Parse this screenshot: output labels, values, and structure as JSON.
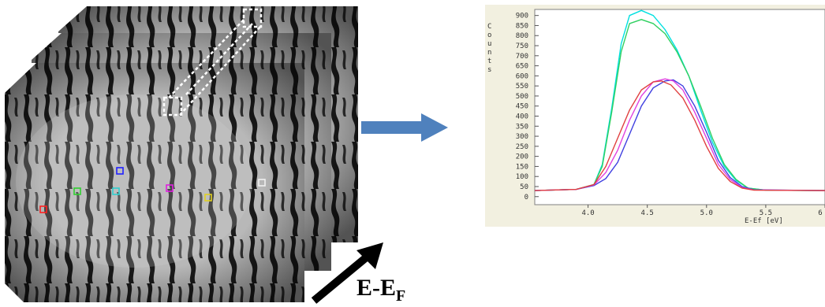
{
  "axis_label": "E-E",
  "axis_label_sub": "F",
  "chart_data": {
    "type": "line",
    "title": "",
    "xlabel": "E-Ef [eV]",
    "ylabel": "Counts",
    "xlim": [
      3.55,
      6.0
    ],
    "ylim": [
      -40,
      930
    ],
    "x_ticks": [
      "4.0",
      "4.5",
      "5.0",
      "5.5",
      "6"
    ],
    "y_ticks": [
      "0",
      "50",
      "100",
      "150",
      "200",
      "250",
      "300",
      "350",
      "400",
      "450",
      "500",
      "550",
      "600",
      "650",
      "700",
      "750",
      "800",
      "850",
      "900"
    ],
    "y_tick_values": [
      0,
      50,
      100,
      150,
      200,
      250,
      300,
      350,
      400,
      450,
      500,
      550,
      600,
      650,
      700,
      750,
      800,
      850,
      900
    ],
    "x_tick_values": [
      4.0,
      4.5,
      5.0,
      5.5,
      6.0
    ],
    "series": [
      {
        "color": "#00e0e0",
        "values": [
          [
            3.55,
            30
          ],
          [
            3.9,
            36
          ],
          [
            4.05,
            60
          ],
          [
            4.12,
            160
          ],
          [
            4.2,
            440
          ],
          [
            4.28,
            760
          ],
          [
            4.35,
            900
          ],
          [
            4.45,
            925
          ],
          [
            4.55,
            900
          ],
          [
            4.65,
            830
          ],
          [
            4.75,
            730
          ],
          [
            4.85,
            600
          ],
          [
            4.95,
            430
          ],
          [
            5.05,
            270
          ],
          [
            5.15,
            150
          ],
          [
            5.25,
            80
          ],
          [
            5.35,
            42
          ],
          [
            5.5,
            32
          ],
          [
            6.0,
            30
          ]
        ]
      },
      {
        "color": "#30d060",
        "values": [
          [
            3.55,
            30
          ],
          [
            3.9,
            36
          ],
          [
            4.05,
            60
          ],
          [
            4.12,
            150
          ],
          [
            4.2,
            420
          ],
          [
            4.28,
            720
          ],
          [
            4.35,
            860
          ],
          [
            4.45,
            880
          ],
          [
            4.55,
            860
          ],
          [
            4.65,
            810
          ],
          [
            4.75,
            720
          ],
          [
            4.85,
            600
          ],
          [
            4.95,
            450
          ],
          [
            5.05,
            290
          ],
          [
            5.15,
            160
          ],
          [
            5.25,
            85
          ],
          [
            5.35,
            42
          ],
          [
            5.5,
            32
          ],
          [
            6.0,
            30
          ]
        ]
      },
      {
        "color": "#4040e0",
        "values": [
          [
            3.55,
            30
          ],
          [
            3.9,
            36
          ],
          [
            4.05,
            55
          ],
          [
            4.15,
            90
          ],
          [
            4.25,
            170
          ],
          [
            4.35,
            310
          ],
          [
            4.45,
            450
          ],
          [
            4.55,
            540
          ],
          [
            4.65,
            575
          ],
          [
            4.72,
            580
          ],
          [
            4.8,
            550
          ],
          [
            4.9,
            450
          ],
          [
            5.0,
            320
          ],
          [
            5.1,
            180
          ],
          [
            5.2,
            95
          ],
          [
            5.3,
            50
          ],
          [
            5.4,
            34
          ],
          [
            6.0,
            30
          ]
        ]
      },
      {
        "color": "#e040e0",
        "values": [
          [
            3.55,
            30
          ],
          [
            3.9,
            36
          ],
          [
            4.05,
            58
          ],
          [
            4.15,
            120
          ],
          [
            4.25,
            230
          ],
          [
            4.35,
            380
          ],
          [
            4.45,
            500
          ],
          [
            4.55,
            570
          ],
          [
            4.65,
            585
          ],
          [
            4.72,
            575
          ],
          [
            4.8,
            530
          ],
          [
            4.9,
            420
          ],
          [
            5.0,
            290
          ],
          [
            5.1,
            160
          ],
          [
            5.2,
            85
          ],
          [
            5.3,
            45
          ],
          [
            5.4,
            33
          ],
          [
            6.0,
            30
          ]
        ]
      },
      {
        "color": "#e04040",
        "values": [
          [
            3.55,
            30
          ],
          [
            3.9,
            36
          ],
          [
            4.05,
            60
          ],
          [
            4.15,
            150
          ],
          [
            4.25,
            290
          ],
          [
            4.35,
            430
          ],
          [
            4.45,
            530
          ],
          [
            4.55,
            570
          ],
          [
            4.62,
            575
          ],
          [
            4.7,
            555
          ],
          [
            4.8,
            490
          ],
          [
            4.9,
            380
          ],
          [
            5.0,
            250
          ],
          [
            5.1,
            140
          ],
          [
            5.2,
            75
          ],
          [
            5.3,
            42
          ],
          [
            5.4,
            32
          ],
          [
            6.0,
            30
          ]
        ]
      }
    ]
  },
  "markers": [
    {
      "color": "#ff2020"
    },
    {
      "color": "#30d030"
    },
    {
      "color": "#30d0d0"
    },
    {
      "color": "#2020ff"
    },
    {
      "color": "#e020e0"
    },
    {
      "color": "#e0d020"
    },
    {
      "color": "#f0f0f0"
    }
  ],
  "colors": {
    "arrow_blue": "#4f81bd",
    "plot_frame": "#f2f0e0",
    "plot_bg": "#ffffff"
  }
}
